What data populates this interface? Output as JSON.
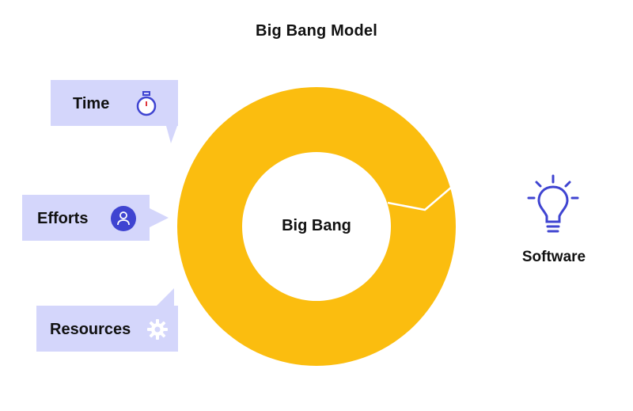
{
  "title": "Big Bang Model",
  "center_label": "Big Bang",
  "inputs": [
    {
      "label": "Time",
      "icon": "stopwatch-icon"
    },
    {
      "label": "Efforts",
      "icon": "user-icon"
    },
    {
      "label": "Resources",
      "icon": "gear-icon"
    }
  ],
  "output": {
    "label": "Software",
    "icon": "lightbulb-icon"
  },
  "colors": {
    "ring": "#fbbd0f",
    "callout": "#d4d6fb",
    "accent": "#3f44d1",
    "white": "#ffffff"
  }
}
